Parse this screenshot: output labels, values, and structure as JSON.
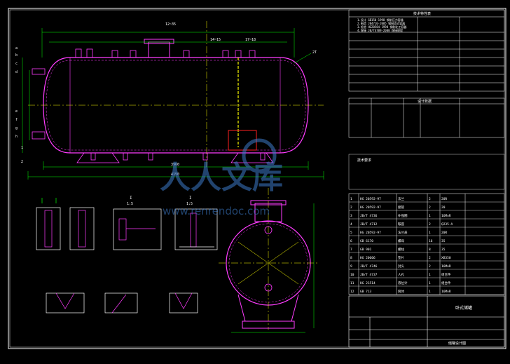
{
  "drawing": {
    "background": "#000000",
    "line_color": "#ffffff",
    "vessel_color": "#ff3cff",
    "dimension_color": "#00ff00",
    "center_color": "#ffff00",
    "section_color": "#ff2020",
    "text_color": "#ffffff"
  },
  "main_view": {
    "labels": {
      "a": "a",
      "b": "b",
      "c": "c",
      "d": "d",
      "e": "e",
      "f": "f",
      "g": "g",
      "h": "h"
    },
    "callouts": {
      "top_1": "12~35",
      "top_2": "14~15",
      "top_3": "17~18",
      "leader": "2T",
      "left_1": "1",
      "left_2": "2"
    },
    "dims": {
      "overall_length": "4150",
      "body_length": "3960"
    }
  },
  "section_titles": {
    "sec_1": "I",
    "sec_1_sub": "1:5",
    "sec_2": "I",
    "sec_2_sub": "1:5"
  },
  "title_block": {
    "tech_header": "技术特性表",
    "parts_title": "设计数据",
    "notes_header": "技术要求",
    "product_name": "卧式储罐",
    "drawing_no": "储罐设计图"
  },
  "watermark": {
    "brand": "人人文库",
    "url": "www.renrendoc.com"
  },
  "tables": {
    "tech_rows": [
      "1.设计 GB150-1998 钢制压力容器",
      "2.制造 JB4710-2005 钢制塔式容器",
      "3.检验 HG20584-1998 钢制化工容器",
      "4.焊接 JB/T4709-2000 焊接规程"
    ],
    "parts_rows": [
      {
        "no": "1",
        "code": "HG 20592-97",
        "name": "法兰",
        "qty": "2",
        "mat": "20R"
      },
      {
        "no": "2",
        "code": "HG 20592-97",
        "name": "接管",
        "qty": "2",
        "mat": "20"
      },
      {
        "no": "3",
        "code": "JB/T 4736",
        "name": "补强圈",
        "qty": "1",
        "mat": "16MnR"
      },
      {
        "no": "4",
        "code": "JB/T 4712",
        "name": "鞍座",
        "qty": "2",
        "mat": "Q235-A"
      },
      {
        "no": "5",
        "code": "HG 20592-97",
        "name": "法兰盖",
        "qty": "1",
        "mat": "20R"
      },
      {
        "no": "6",
        "code": "GB 6170",
        "name": "螺母",
        "qty": "16",
        "mat": "35"
      },
      {
        "no": "7",
        "code": "GB 901",
        "name": "螺柱",
        "qty": "8",
        "mat": "35"
      },
      {
        "no": "8",
        "code": "HG 20606",
        "name": "垫片",
        "qty": "2",
        "mat": "XB350"
      },
      {
        "no": "9",
        "code": "JB/T 4746",
        "name": "封头",
        "qty": "2",
        "mat": "16MnR"
      },
      {
        "no": "10",
        "code": "JB/T 4737",
        "name": "人孔",
        "qty": "1",
        "mat": "组合件"
      },
      {
        "no": "11",
        "code": "HG 21514",
        "name": "液位计",
        "qty": "1",
        "mat": "组合件"
      },
      {
        "no": "12",
        "code": "GB 713",
        "name": "筒体",
        "qty": "1",
        "mat": "16MnR"
      }
    ]
  }
}
